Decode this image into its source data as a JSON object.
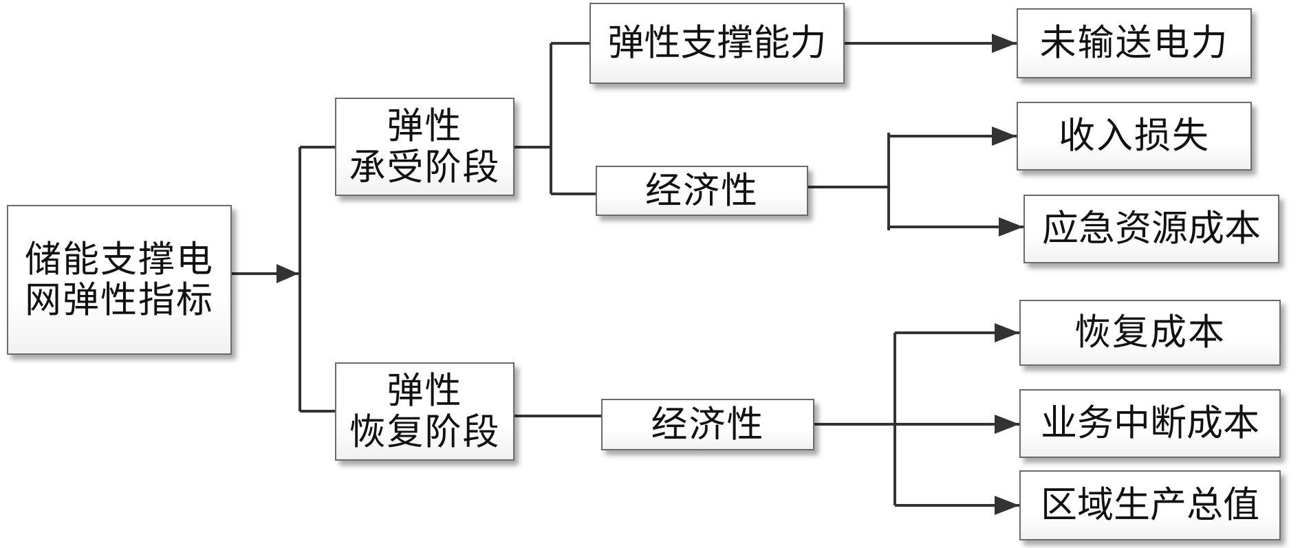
{
  "diagram": {
    "root": {
      "line1": "储能支撑电",
      "line2": "网弹性指标"
    },
    "stage_withstand": {
      "line1": "弹性",
      "line2": "承受阶段"
    },
    "stage_recovery": {
      "line1": "弹性",
      "line2": "恢复阶段"
    },
    "elastic_support_capacity": "弹性支撑能力",
    "economy_withstand": "经济性",
    "economy_recovery": "经济性",
    "undelivered_power": "未输送电力",
    "revenue_loss": "收入损失",
    "emergency_resource_cost": "应急资源成本",
    "recovery_cost": "恢复成本",
    "business_interruption_cost": "业务中断成本",
    "regional_gdp": "区域生产总值"
  },
  "colors": {
    "line": "#333333",
    "box_border": "#6a6a6a",
    "text": "#111111"
  }
}
